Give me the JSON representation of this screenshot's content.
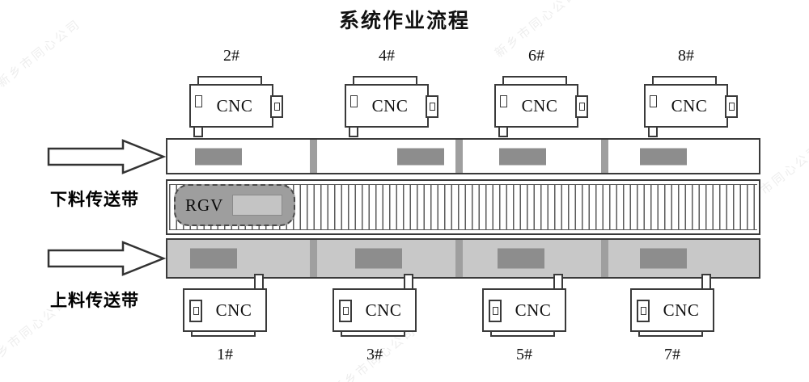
{
  "title": "系统作业流程",
  "machines": {
    "top": [
      {
        "id": "2#",
        "name": "CNC"
      },
      {
        "id": "4#",
        "name": "CNC"
      },
      {
        "id": "6#",
        "name": "CNC"
      },
      {
        "id": "8#",
        "name": "CNC"
      }
    ],
    "bottom": [
      {
        "id": "1#",
        "name": "CNC"
      },
      {
        "id": "3#",
        "name": "CNC"
      },
      {
        "id": "5#",
        "name": "CNC"
      },
      {
        "id": "7#",
        "name": "CNC"
      }
    ]
  },
  "rgv": {
    "label": "RGV"
  },
  "belts": {
    "unload": {
      "label": "下料传送带",
      "direction": "right"
    },
    "load": {
      "label": "上料传送带",
      "direction": "right"
    }
  },
  "watermark": "新乡市同心公司",
  "colors": {
    "outline": "#3a3a3a",
    "belt_fill": "#c8c8c8",
    "workpiece": "#8d8d8d",
    "divider": "#9f9f9f",
    "rgv_fill": "#9e9e9e",
    "rgv_pallet": "#c4c4c4"
  }
}
